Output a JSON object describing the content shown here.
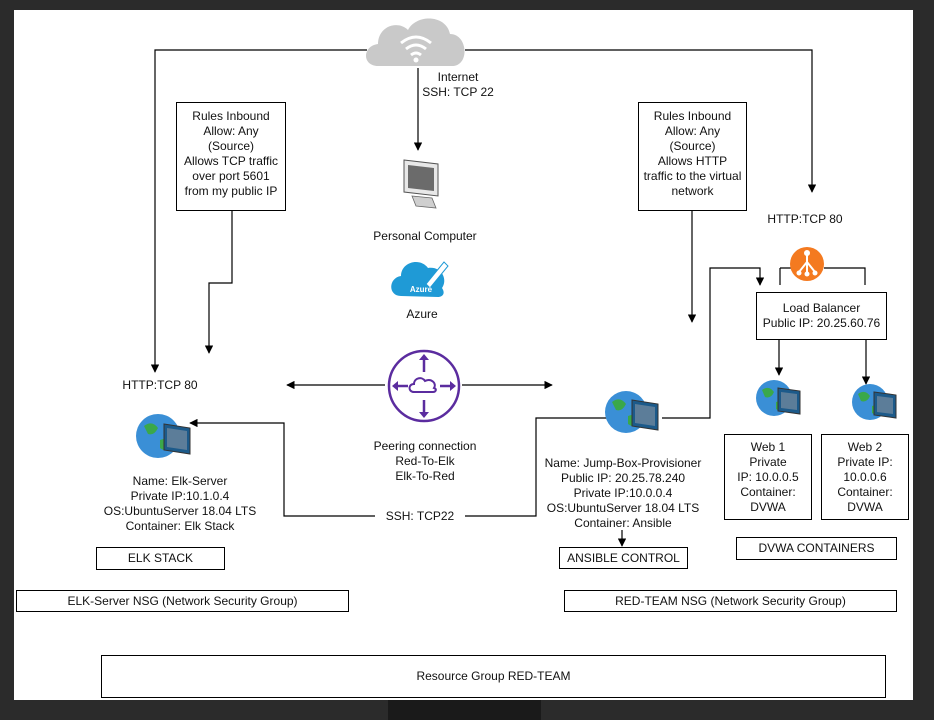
{
  "internet": {
    "line1": "Internet",
    "line2": "SSH: TCP 22"
  },
  "personal_computer": "Personal Computer",
  "azure": {
    "logo_text": "Azure",
    "label": "Azure"
  },
  "rules_left": [
    "Rules Inbound",
    "Allow: Any",
    "(Source)",
    "Allows TCP traffic",
    "over port 5601",
    "from my public IP"
  ],
  "rules_right": [
    "Rules Inbound",
    "Allow: Any",
    "(Source)",
    "Allows HTTP",
    "traffic to the virtual",
    "network"
  ],
  "http_left": "HTTP:TCP 80",
  "http_right": "HTTP:TCP 80",
  "peering": [
    "Peering connection",
    "Red-To-Elk",
    "Elk-To-Red"
  ],
  "ssh_tcp22": "SSH: TCP22",
  "elk_server": [
    "Name: Elk-Server",
    "Private IP:10.1.0.4",
    "OS:UbuntuServer 18.04 LTS",
    "Container: Elk Stack"
  ],
  "jump_box": [
    "Name: Jump-Box-Provisioner",
    "Public IP: 20.25.78.240",
    "Private IP:10.0.0.4",
    "OS:UbuntuServer 18.04 LTS",
    "Container: Ansible"
  ],
  "load_balancer": [
    "Load Balancer",
    "Public IP: 20.25.60.76"
  ],
  "web1": [
    "Web 1",
    "Private",
    "IP: 10.0.0.5",
    "Container:",
    "DVWA"
  ],
  "web2": [
    "Web 2",
    "Private IP:",
    "10.0.0.6",
    "Container:",
    "DVWA"
  ],
  "elk_stack_label": "ELK STACK",
  "ansible_control_label": "ANSIBLE CONTROL",
  "dvwa_containers_label": "DVWA CONTAINERS",
  "elk_nsg": "ELK-Server NSG (Network Security Group)",
  "red_nsg": "RED-TEAM NSG (Network Security Group)",
  "resource_group": "Resource Group  RED-TEAM",
  "colors": {
    "frame": "#2b2b2b",
    "cloud": "#c9c9c9",
    "azure": "#1f9ad6",
    "peering": "#5b2c9f",
    "load_balancer": "#f47a20",
    "globe": "#3a8fd6",
    "monitor": "#1c5a8a"
  }
}
